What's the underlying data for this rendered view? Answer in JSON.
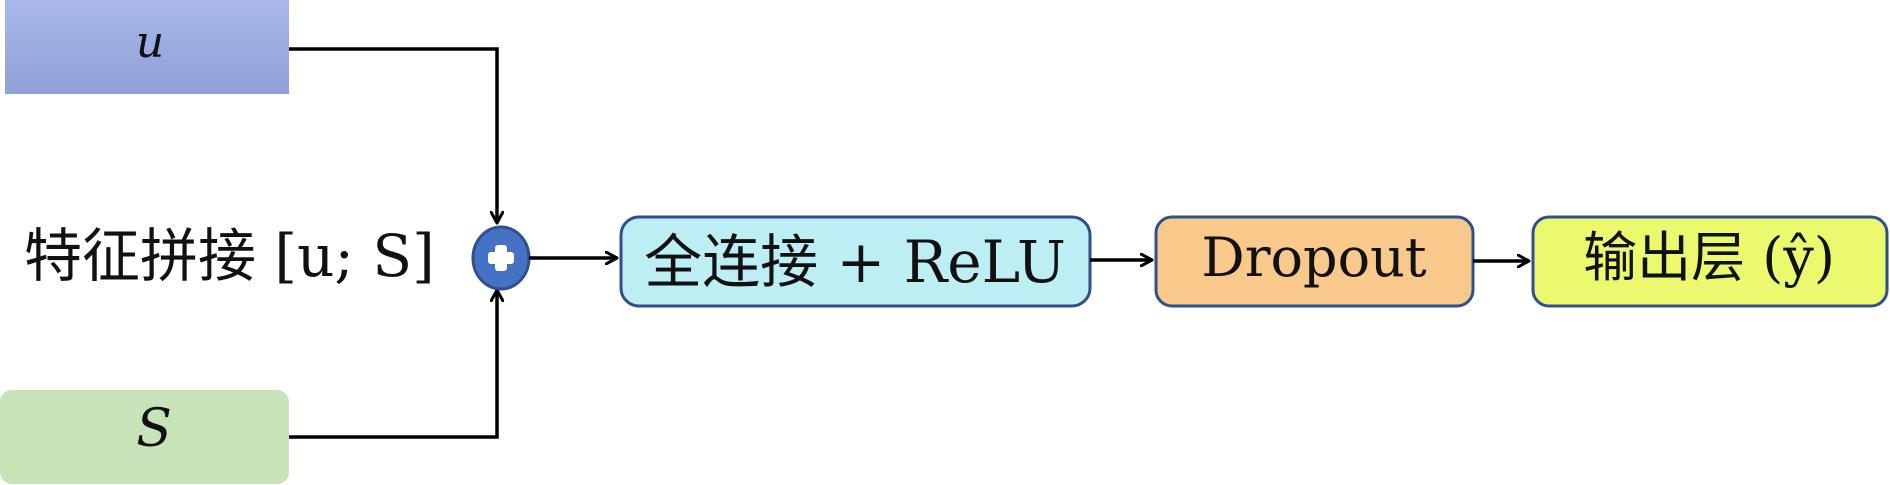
{
  "inputs": {
    "u": {
      "label": "u",
      "color": "#9fb0df"
    },
    "s": {
      "label": "S",
      "color": "#c7e3b8"
    }
  },
  "concat": {
    "label": "特征拼接 [u; S]",
    "operator_color": "#4472c4",
    "operator_symbol": "+"
  },
  "blocks": {
    "fc": {
      "label": "全连接 + ReLU",
      "color": "#bdeef4"
    },
    "dropout": {
      "label": "Dropout",
      "color": "#f9c88b"
    },
    "output": {
      "label": "输出层 (ŷ)",
      "color": "#eaf96e"
    }
  },
  "colors": {
    "line": "#000000",
    "block_border": "#2f4f8f"
  }
}
